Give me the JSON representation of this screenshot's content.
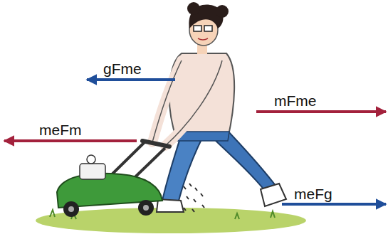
{
  "diagram": {
    "labels": [
      "gFme",
      "meFm",
      "mFme",
      "meFg"
    ]
  }
}
